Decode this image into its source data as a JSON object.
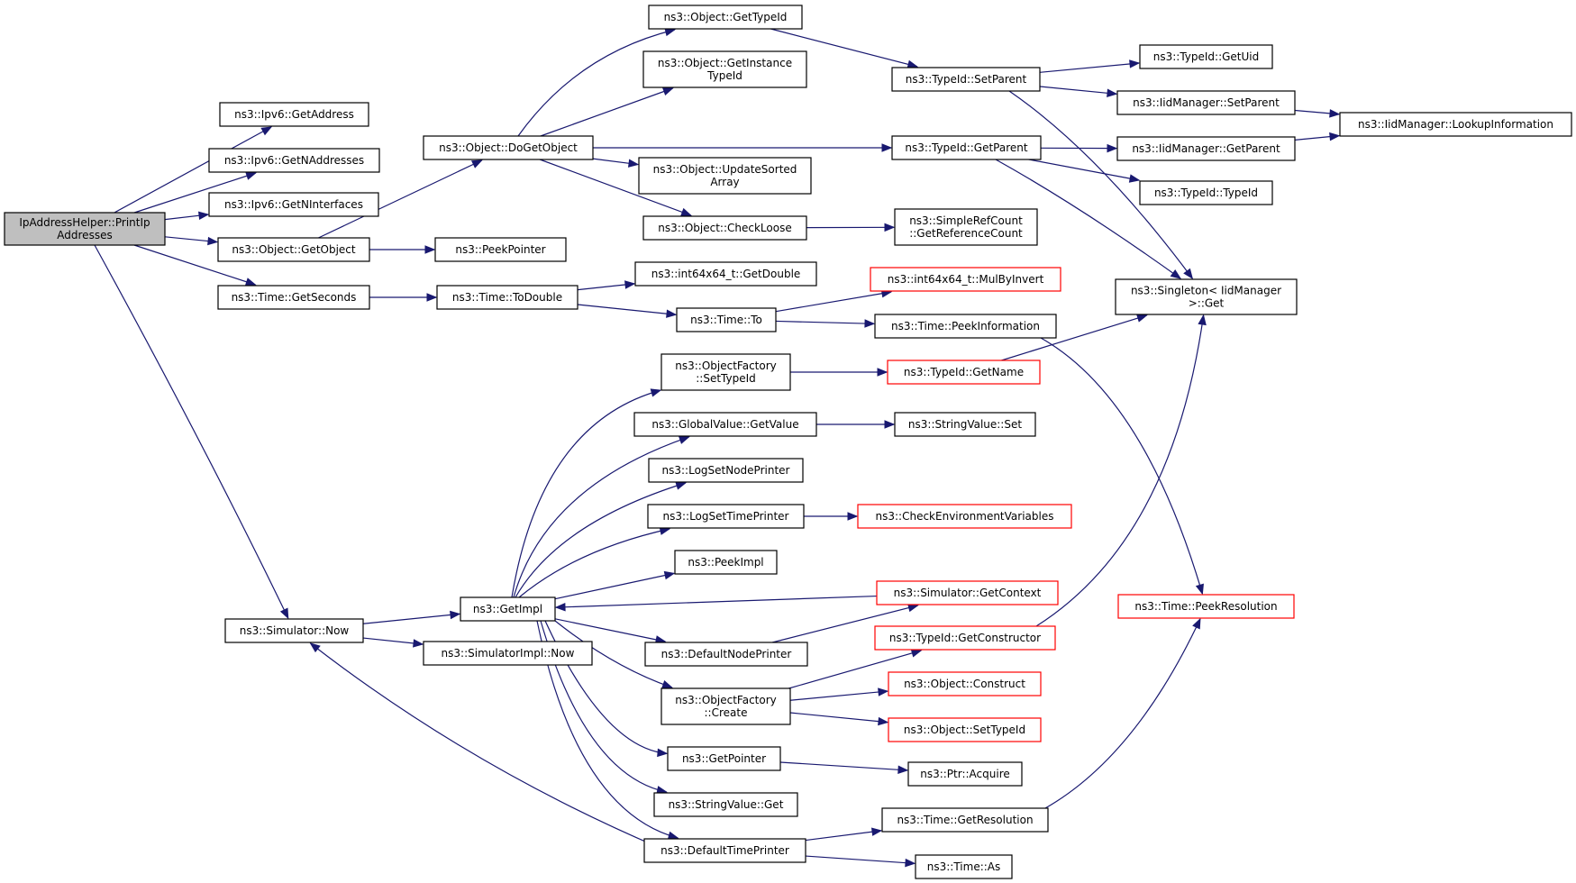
{
  "colors": {
    "edge": "#191970",
    "border_normal": "#000000",
    "border_truncated": "#ff0000",
    "fill_root": "#bfbfbf",
    "fill_normal": "#ffffff"
  },
  "nodes": [
    {
      "id": "root",
      "lines": [
        "IpAddressHelper::PrintIp",
        "Addresses"
      ],
      "style": "root"
    },
    {
      "id": "ipv6_getaddress",
      "lines": [
        "ns3::Ipv6::GetAddress"
      ],
      "style": "normal"
    },
    {
      "id": "ipv6_getnaddresses",
      "lines": [
        "ns3::Ipv6::GetNAddresses"
      ],
      "style": "normal"
    },
    {
      "id": "ipv6_getninterfaces",
      "lines": [
        "ns3::Ipv6::GetNInterfaces"
      ],
      "style": "normal"
    },
    {
      "id": "object_getobject",
      "lines": [
        "ns3::Object::GetObject"
      ],
      "style": "normal"
    },
    {
      "id": "time_getseconds",
      "lines": [
        "ns3::Time::GetSeconds"
      ],
      "style": "normal"
    },
    {
      "id": "simulator_now",
      "lines": [
        "ns3::Simulator::Now"
      ],
      "style": "normal"
    },
    {
      "id": "object_dogetobject",
      "lines": [
        "ns3::Object::DoGetObject"
      ],
      "style": "normal"
    },
    {
      "id": "peekpointer",
      "lines": [
        "ns3::PeekPointer"
      ],
      "style": "normal"
    },
    {
      "id": "time_todouble",
      "lines": [
        "ns3::Time::ToDouble"
      ],
      "style": "normal"
    },
    {
      "id": "getimpl",
      "lines": [
        "ns3::GetImpl"
      ],
      "style": "normal"
    },
    {
      "id": "simulatorimpl_now",
      "lines": [
        "ns3::SimulatorImpl::Now"
      ],
      "style": "normal"
    },
    {
      "id": "object_gettypeid",
      "lines": [
        "ns3::Object::GetTypeId"
      ],
      "style": "normal"
    },
    {
      "id": "object_getinstancetypeid",
      "lines": [
        "ns3::Object::GetInstance",
        "TypeId"
      ],
      "style": "normal"
    },
    {
      "id": "object_updatesortedarray",
      "lines": [
        "ns3::Object::UpdateSorted",
        "Array"
      ],
      "style": "normal"
    },
    {
      "id": "object_checkloose",
      "lines": [
        "ns3::Object::CheckLoose"
      ],
      "style": "normal"
    },
    {
      "id": "int64x64_getdouble",
      "lines": [
        "ns3::int64x64_t::GetDouble"
      ],
      "style": "normal"
    },
    {
      "id": "time_to",
      "lines": [
        "ns3::Time::To"
      ],
      "style": "normal"
    },
    {
      "id": "objectfactory_settypeid",
      "lines": [
        "ns3::ObjectFactory",
        "::SetTypeId"
      ],
      "style": "normal"
    },
    {
      "id": "globalvalue_getvalue",
      "lines": [
        "ns3::GlobalValue::GetValue"
      ],
      "style": "normal"
    },
    {
      "id": "logsetnodeprinter",
      "lines": [
        "ns3::LogSetNodePrinter"
      ],
      "style": "normal"
    },
    {
      "id": "logsettimeprinter",
      "lines": [
        "ns3::LogSetTimePrinter"
      ],
      "style": "normal"
    },
    {
      "id": "peekimpl",
      "lines": [
        "ns3::PeekImpl"
      ],
      "style": "normal"
    },
    {
      "id": "defaultnodeprinter",
      "lines": [
        "ns3::DefaultNodePrinter"
      ],
      "style": "normal"
    },
    {
      "id": "objectfactory_create",
      "lines": [
        "ns3::ObjectFactory",
        "::Create"
      ],
      "style": "normal"
    },
    {
      "id": "getpointer",
      "lines": [
        "ns3::GetPointer"
      ],
      "style": "normal"
    },
    {
      "id": "stringvalue_get",
      "lines": [
        "ns3::StringValue::Get"
      ],
      "style": "normal"
    },
    {
      "id": "defaulttimeprinter",
      "lines": [
        "ns3::DefaultTimePrinter"
      ],
      "style": "normal"
    },
    {
      "id": "typeid_setparent",
      "lines": [
        "ns3::TypeId::SetParent"
      ],
      "style": "normal"
    },
    {
      "id": "typeid_getparent",
      "lines": [
        "ns3::TypeId::GetParent"
      ],
      "style": "normal"
    },
    {
      "id": "simplerefcount_getreferencecount",
      "lines": [
        "ns3::SimpleRefCount",
        "::GetReferenceCount"
      ],
      "style": "normal"
    },
    {
      "id": "int64x64_mulbyinvert",
      "lines": [
        "ns3::int64x64_t::MulByInvert"
      ],
      "style": "truncated"
    },
    {
      "id": "time_peekinformation",
      "lines": [
        "ns3::Time::PeekInformation"
      ],
      "style": "normal"
    },
    {
      "id": "typeid_getname",
      "lines": [
        "ns3::TypeId::GetName"
      ],
      "style": "truncated"
    },
    {
      "id": "stringvalue_set",
      "lines": [
        "ns3::StringValue::Set"
      ],
      "style": "normal"
    },
    {
      "id": "checkenvironmentvariables",
      "lines": [
        "ns3::CheckEnvironmentVariables"
      ],
      "style": "truncated"
    },
    {
      "id": "simulator_getcontext",
      "lines": [
        "ns3::Simulator::GetContext"
      ],
      "style": "truncated"
    },
    {
      "id": "typeid_getconstructor",
      "lines": [
        "ns3::TypeId::GetConstructor"
      ],
      "style": "truncated"
    },
    {
      "id": "object_construct",
      "lines": [
        "ns3::Object::Construct"
      ],
      "style": "truncated"
    },
    {
      "id": "object_settypeid",
      "lines": [
        "ns3::Object::SetTypeId"
      ],
      "style": "truncated"
    },
    {
      "id": "ptr_acquire",
      "lines": [
        "ns3::Ptr::Acquire"
      ],
      "style": "normal"
    },
    {
      "id": "time_getresolution",
      "lines": [
        "ns3::Time::GetResolution"
      ],
      "style": "normal"
    },
    {
      "id": "time_as",
      "lines": [
        "ns3::Time::As"
      ],
      "style": "normal"
    },
    {
      "id": "typeid_getuid",
      "lines": [
        "ns3::TypeId::GetUid"
      ],
      "style": "normal"
    },
    {
      "id": "iidmanager_setparent",
      "lines": [
        "ns3::IidManager::SetParent"
      ],
      "style": "normal"
    },
    {
      "id": "iidmanager_getparent",
      "lines": [
        "ns3::IidManager::GetParent"
      ],
      "style": "normal"
    },
    {
      "id": "typeid_typeid",
      "lines": [
        "ns3::TypeId::TypeId"
      ],
      "style": "normal"
    },
    {
      "id": "singleton_get",
      "lines": [
        "ns3::Singleton< IidManager",
        " >::Get"
      ],
      "style": "normal"
    },
    {
      "id": "time_peekresolution",
      "lines": [
        "ns3::Time::PeekResolution"
      ],
      "style": "truncated"
    },
    {
      "id": "iidmanager_lookupinformation",
      "lines": [
        "ns3::IidManager::LookupInformation"
      ],
      "style": "normal"
    }
  ],
  "edges": [
    [
      "root",
      "ipv6_getaddress"
    ],
    [
      "root",
      "ipv6_getnaddresses"
    ],
    [
      "root",
      "ipv6_getninterfaces"
    ],
    [
      "root",
      "object_getobject"
    ],
    [
      "root",
      "time_getseconds"
    ],
    [
      "root",
      "simulator_now"
    ],
    [
      "object_getobject",
      "object_dogetobject"
    ],
    [
      "object_getobject",
      "peekpointer"
    ],
    [
      "time_getseconds",
      "time_todouble"
    ],
    [
      "simulator_now",
      "getimpl"
    ],
    [
      "simulator_now",
      "simulatorimpl_now"
    ],
    [
      "object_dogetobject",
      "object_gettypeid"
    ],
    [
      "object_dogetobject",
      "object_getinstancetypeid"
    ],
    [
      "object_dogetobject",
      "typeid_getparent"
    ],
    [
      "object_dogetobject",
      "object_updatesortedarray"
    ],
    [
      "object_dogetobject",
      "object_checkloose"
    ],
    [
      "object_gettypeid",
      "typeid_setparent"
    ],
    [
      "object_checkloose",
      "simplerefcount_getreferencecount"
    ],
    [
      "time_todouble",
      "int64x64_getdouble"
    ],
    [
      "time_todouble",
      "time_to"
    ],
    [
      "time_to",
      "int64x64_mulbyinvert"
    ],
    [
      "time_to",
      "time_peekinformation"
    ],
    [
      "getimpl",
      "objectfactory_settypeid"
    ],
    [
      "getimpl",
      "globalvalue_getvalue"
    ],
    [
      "getimpl",
      "logsetnodeprinter"
    ],
    [
      "getimpl",
      "logsettimeprinter"
    ],
    [
      "getimpl",
      "peekimpl"
    ],
    [
      "getimpl",
      "defaultnodeprinter"
    ],
    [
      "getimpl",
      "objectfactory_create"
    ],
    [
      "getimpl",
      "getpointer"
    ],
    [
      "getimpl",
      "stringvalue_get"
    ],
    [
      "getimpl",
      "defaulttimeprinter"
    ],
    [
      "objectfactory_settypeid",
      "typeid_getname"
    ],
    [
      "globalvalue_getvalue",
      "stringvalue_set"
    ],
    [
      "logsettimeprinter",
      "checkenvironmentvariables"
    ],
    [
      "simulator_getcontext",
      "getimpl"
    ],
    [
      "defaultnodeprinter",
      "simulator_getcontext"
    ],
    [
      "objectfactory_create",
      "typeid_getconstructor"
    ],
    [
      "objectfactory_create",
      "object_construct"
    ],
    [
      "objectfactory_create",
      "object_settypeid"
    ],
    [
      "getpointer",
      "ptr_acquire"
    ],
    [
      "defaulttimeprinter",
      "simulator_now"
    ],
    [
      "defaulttimeprinter",
      "time_getresolution"
    ],
    [
      "defaulttimeprinter",
      "time_as"
    ],
    [
      "typeid_setparent",
      "typeid_getuid"
    ],
    [
      "typeid_setparent",
      "iidmanager_setparent"
    ],
    [
      "typeid_setparent",
      "singleton_get"
    ],
    [
      "typeid_getparent",
      "iidmanager_getparent"
    ],
    [
      "typeid_getparent",
      "typeid_typeid"
    ],
    [
      "typeid_getparent",
      "singleton_get"
    ],
    [
      "iidmanager_setparent",
      "iidmanager_lookupinformation"
    ],
    [
      "iidmanager_getparent",
      "iidmanager_lookupinformation"
    ],
    [
      "typeid_getname",
      "singleton_get"
    ],
    [
      "typeid_getconstructor",
      "singleton_get"
    ],
    [
      "time_peekinformation",
      "time_peekresolution"
    ],
    [
      "time_getresolution",
      "time_peekresolution"
    ]
  ]
}
